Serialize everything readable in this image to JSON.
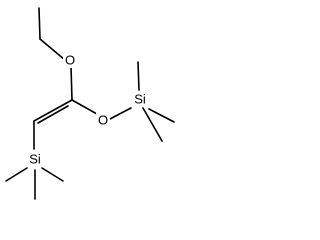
{
  "molecule": {
    "colors": {
      "bond": "#000000",
      "label": "#000000",
      "background": "#ffffff"
    },
    "labels": {
      "ether_oxygen": "O",
      "siloxy_oxygen": "O",
      "silicon_right": "Si",
      "silicon_bottom": "Si"
    }
  }
}
